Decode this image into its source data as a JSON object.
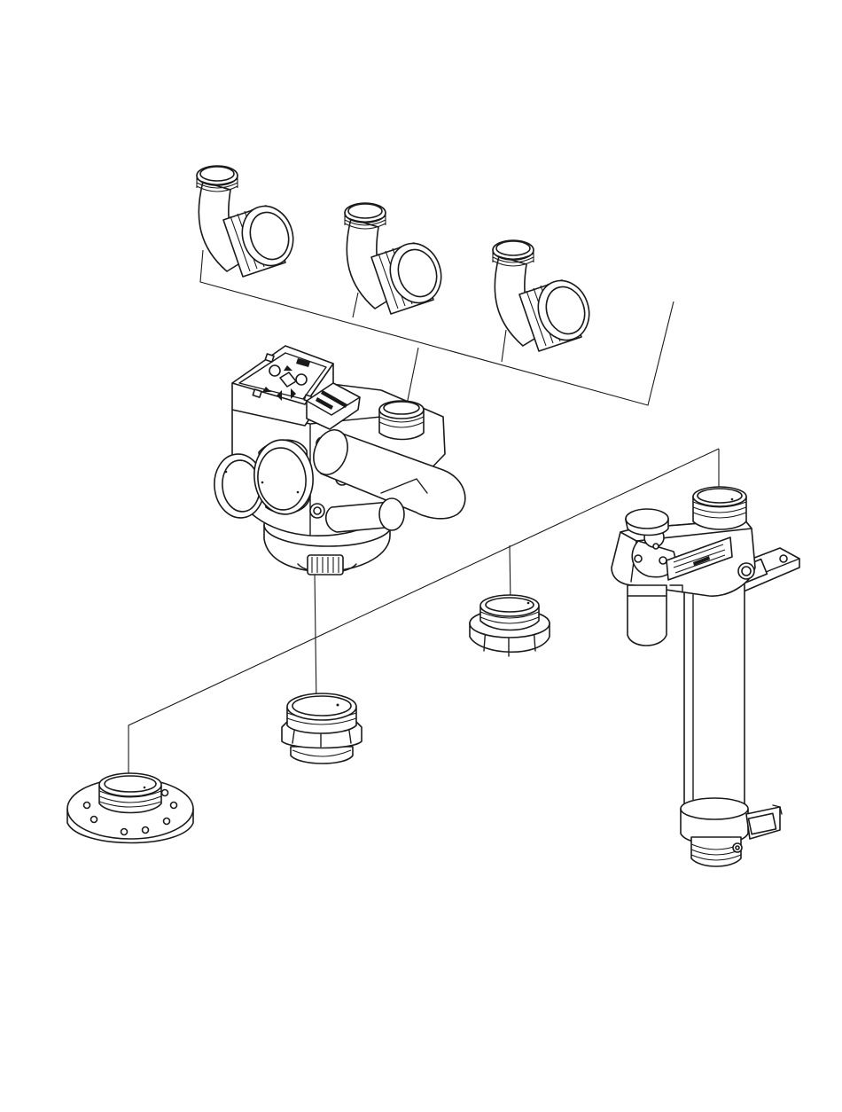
{
  "figure": {
    "type": "exploded-parts-illustration",
    "line_color": "#1a1a1a",
    "background": "#ffffff",
    "parts": [
      {
        "name": "elbow-fitting",
        "count": 3
      },
      {
        "name": "control-valve-head"
      },
      {
        "name": "threaded-adapter"
      },
      {
        "name": "nut-adapter"
      },
      {
        "name": "flange-adapter"
      },
      {
        "name": "bypass-column-assembly"
      }
    ],
    "labels": []
  }
}
